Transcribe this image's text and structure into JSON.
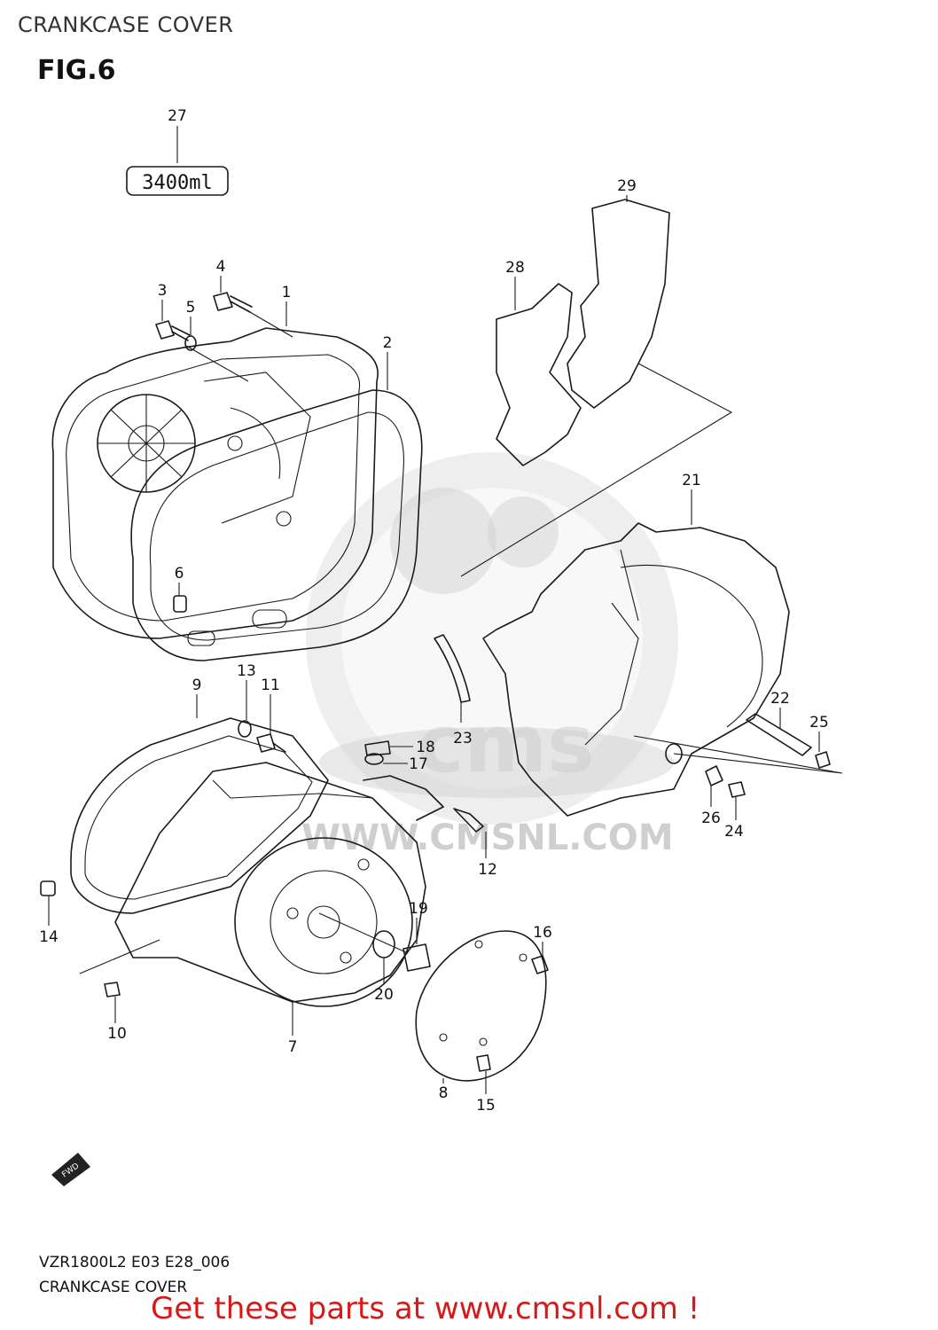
{
  "header": {
    "title": "CRANKCASE COVER",
    "figure": "FIG.6"
  },
  "capacity_label": "3400ml",
  "part_numbers": [
    "1",
    "2",
    "3",
    "4",
    "5",
    "6",
    "7",
    "8",
    "9",
    "10",
    "11",
    "12",
    "13",
    "14",
    "15",
    "16",
    "17",
    "18",
    "19",
    "20",
    "21",
    "22",
    "23",
    "24",
    "25",
    "26",
    "27",
    "28",
    "29"
  ],
  "fwd_label": "FWD",
  "watermark": {
    "text": "WWW.CMSNL.COM",
    "logo_text": "cms"
  },
  "footer": {
    "model_code": "VZR1800L2 E03 E28_006",
    "caption": "CRANKCASE COVER",
    "promo": "Get these parts at www.cmsnl.com !"
  },
  "colors": {
    "promo": "#d51a1a",
    "lines": "#1a1a1a",
    "watermark": "#cfcfcf"
  }
}
